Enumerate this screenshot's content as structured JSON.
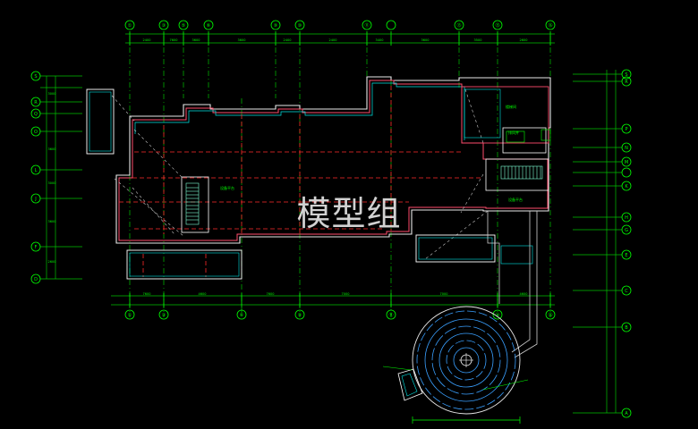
{
  "watermark": "模型组",
  "top_axes": [
    "①",
    "③",
    "⑤",
    "⑥",
    "⑨",
    "⑩",
    "⑪",
    "⑬",
    "⑮",
    "⑯"
  ],
  "bottom_axes": [
    "①",
    "③",
    "⑥",
    "⑨",
    "⑪",
    "⑭",
    "⑯"
  ],
  "left_axes": [
    "S",
    "R",
    "Q",
    "O",
    "L",
    "J",
    "F",
    "D"
  ],
  "right_axes": [
    "S",
    "R",
    "P",
    "N",
    "M",
    "K",
    "H",
    "G",
    "E",
    "C",
    "B",
    "A"
  ],
  "top_dims": [
    "2400",
    "7600",
    "3600",
    "3600",
    "2400",
    "2400",
    "3400",
    "3600",
    "3500",
    "2600"
  ],
  "bottom_dims": [
    "7600",
    "4600",
    "7600",
    "7000",
    "7000",
    "4600"
  ],
  "left_dims": [
    "3000",
    "3600",
    "3000",
    "3600",
    "2600"
  ],
  "room_labels": [
    "设备平台",
    "设备平台",
    "楼梯间",
    "排风井"
  ],
  "colors": {
    "axis": "#00ff00",
    "wall": "#ff4d6d",
    "structure": "#ffffff",
    "inner": "#00ffff",
    "stair": "#7fffd4",
    "dim": "#00ff00",
    "circle": "#3aa0ff",
    "beam": "#ff2020"
  }
}
